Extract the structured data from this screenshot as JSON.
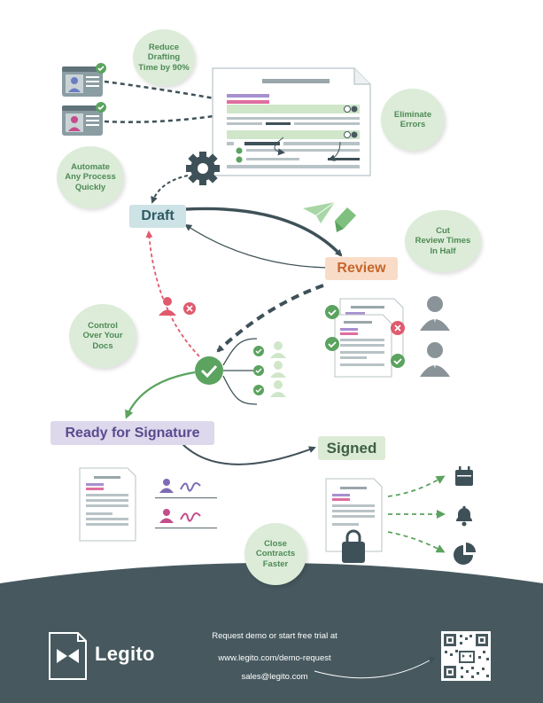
{
  "stickers": {
    "reduce_drafting": "Reduce\nDrafting\nTime by 90%",
    "eliminate_errors": "Eliminate\nErrors",
    "automate_process": "Automate\nAny Process\nQuickly",
    "cut_review": "Cut\nReview Times\nIn Half",
    "control_docs": "Control\nOver Your\nDocs",
    "close_contracts": "Close\nContracts\nFaster"
  },
  "stages": {
    "draft": "Draft",
    "review": "Review",
    "ready_for_signature": "Ready for Signature",
    "signed": "Signed"
  },
  "footer": {
    "brand": "Legito",
    "cta": "Request demo or start free trial at",
    "url": "www.legito.com/demo-request",
    "email": "sales@legito.com"
  },
  "colors": {
    "draft_bg": "#cde3e6",
    "draft_text": "#2f5a64",
    "review_bg": "#f8dcc8",
    "review_text": "#c8652b",
    "ready_bg": "#ddd8ec",
    "ready_text": "#5a4a8e",
    "signed_bg": "#dcebd6",
    "signed_text": "#3e5f44",
    "footer_bg": "#47595f",
    "sticker_bg": "#dcecd9",
    "accent_green": "#5ba35f",
    "accent_red": "#e05a6e",
    "dark_gray": "#4a5a60"
  }
}
